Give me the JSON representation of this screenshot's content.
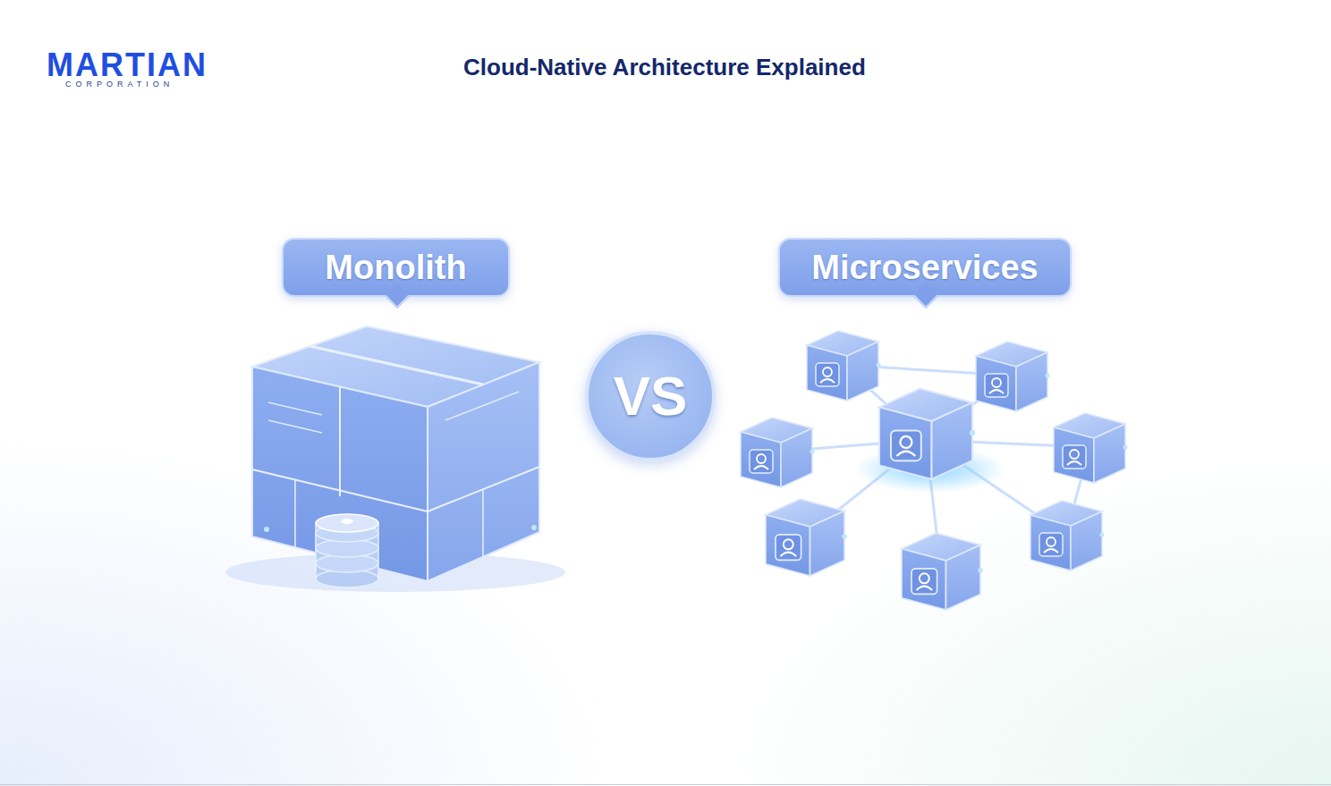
{
  "diagram": {
    "title": "Cloud-Native Architecture Explained",
    "nodes": [
      {
        "text": [
          "Monolith"
        ]
      },
      {
        "text": [
          "Microservices"
        ]
      },
      {
        "text": [
          "VS"
        ]
      }
    ],
    "labels": [
      "MARTIAN",
      "CORPORATION"
    ]
  }
}
